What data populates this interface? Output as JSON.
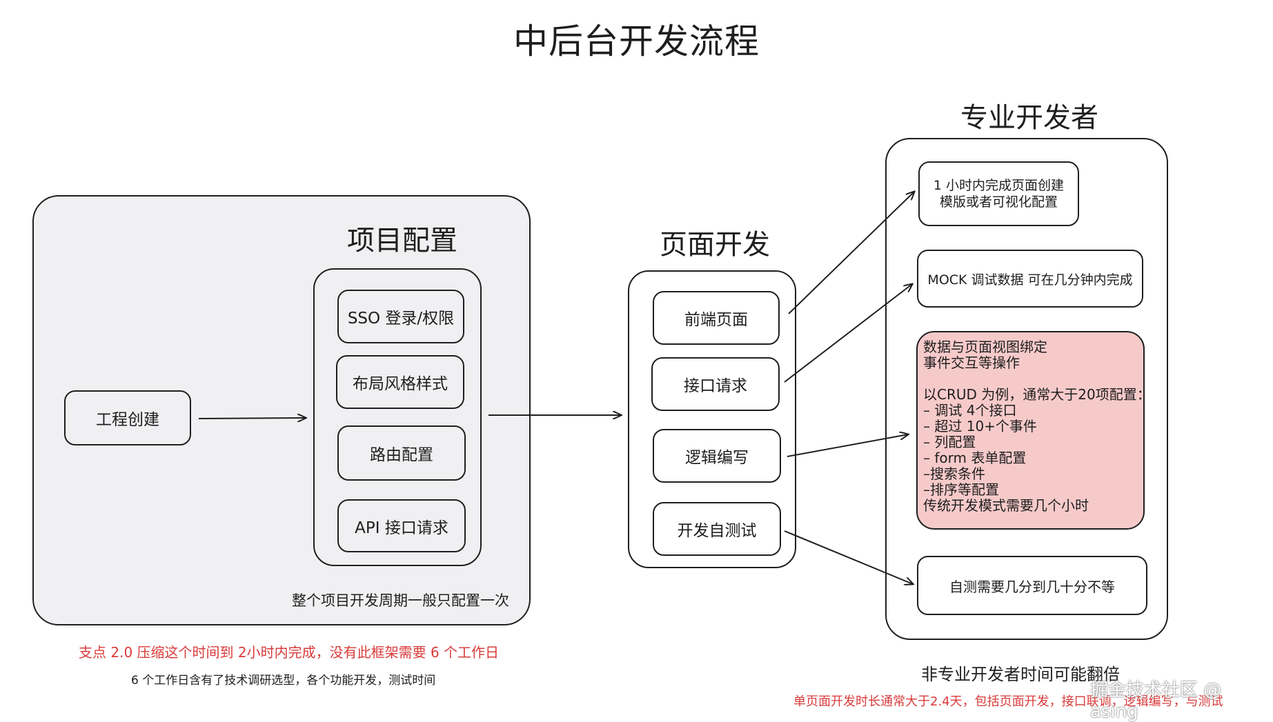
{
  "title": "中后台开发流程",
  "sections": {
    "project_config": "项目配置",
    "page_dev": "页面开发",
    "pro_dev": "专业开发者"
  },
  "project_create": "工程创建",
  "config_items": [
    "SSO 登录/权限",
    "布局风格样式",
    "路由配置",
    "API 接口请求"
  ],
  "config_note": "整个项目开发周期一般只配置一次",
  "page_items": [
    "前端页面",
    "接口请求",
    "逻辑编写",
    "开发自测试"
  ],
  "pro_items": {
    "page_create": [
      "1 小时内完成页面创建",
      "模版或者可视化配置"
    ],
    "mock": "MOCK 调试数据 可在几分钟内完成",
    "binding": [
      "数据与页面视图绑定",
      "事件交互等操作",
      "",
      "以CRUD 为例，通常大于20项配置：",
      "– 调试 4个接口",
      "– 超过 10+个事件",
      "– 列配置",
      "– form 表单配置",
      "–搜索条件",
      "–排序等配置",
      "传统开发模式需要几个小时"
    ],
    "self_test": "自测需要几分到几十分不等"
  },
  "bottom_notes": {
    "compress": "支点 2.0 压缩这个时间到 2小时内完成，没有此框架需要 6 个工作日",
    "workday": "6 个工作日含有了技术调研选型，各个功能开发，测试时间",
    "non_pro": "非专业开发者时间可能翻倍",
    "single_page": "单页面开发时长通常大于2.4天，包括页面开发，接口联调，逻辑编写，与测试",
    "watermark": "掘金技术社区 @ asing"
  },
  "colors": {
    "stroke": "#1e1e1e",
    "red": "#d93a3a",
    "pink": "#f7caca",
    "panel_fill": "#f0f0f2"
  }
}
